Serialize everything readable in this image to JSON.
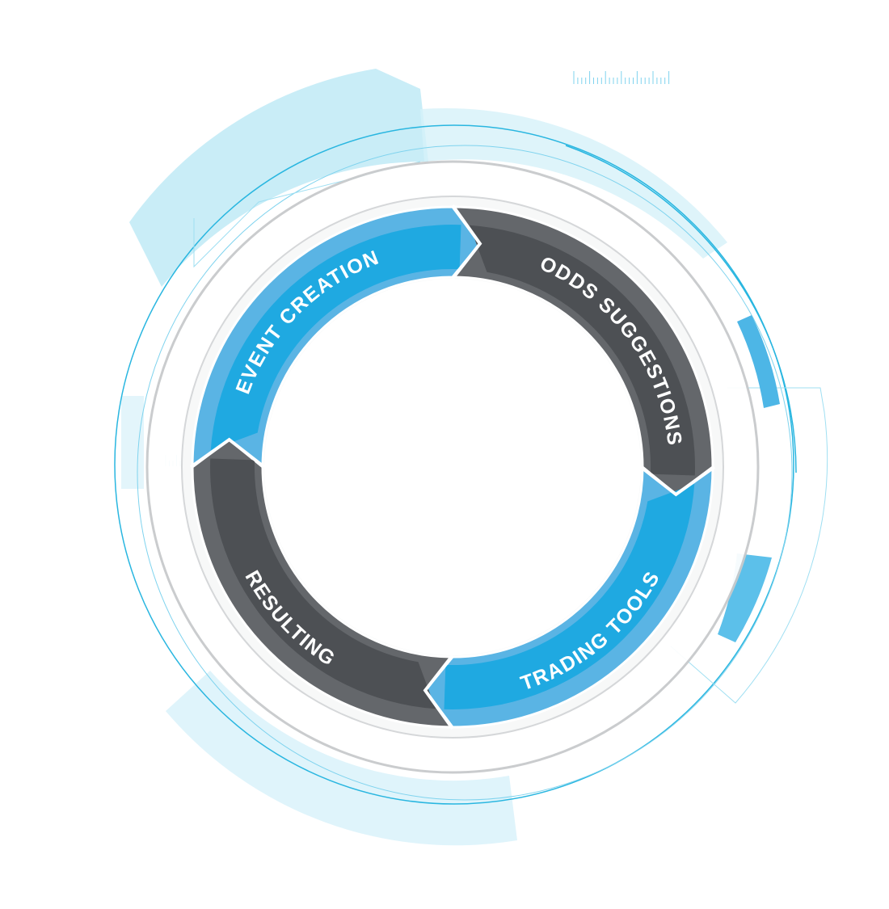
{
  "diagram": {
    "type": "cycle",
    "steps": [
      {
        "label": "EVENT CREATION",
        "color": "#1fa9e1",
        "light": "#5ab4e4"
      },
      {
        "label": "ODDS SUGGESTIONS",
        "color": "#4d5054",
        "light": "#64676b"
      },
      {
        "label": "TRADING TOOLS",
        "color": "#1fa9e1",
        "light": "#5ab4e4"
      },
      {
        "label": "RESULTING",
        "color": "#4d5054",
        "light": "#64676b"
      }
    ],
    "accent": "#29b6e0",
    "decor_light": "#bfeaf6"
  }
}
